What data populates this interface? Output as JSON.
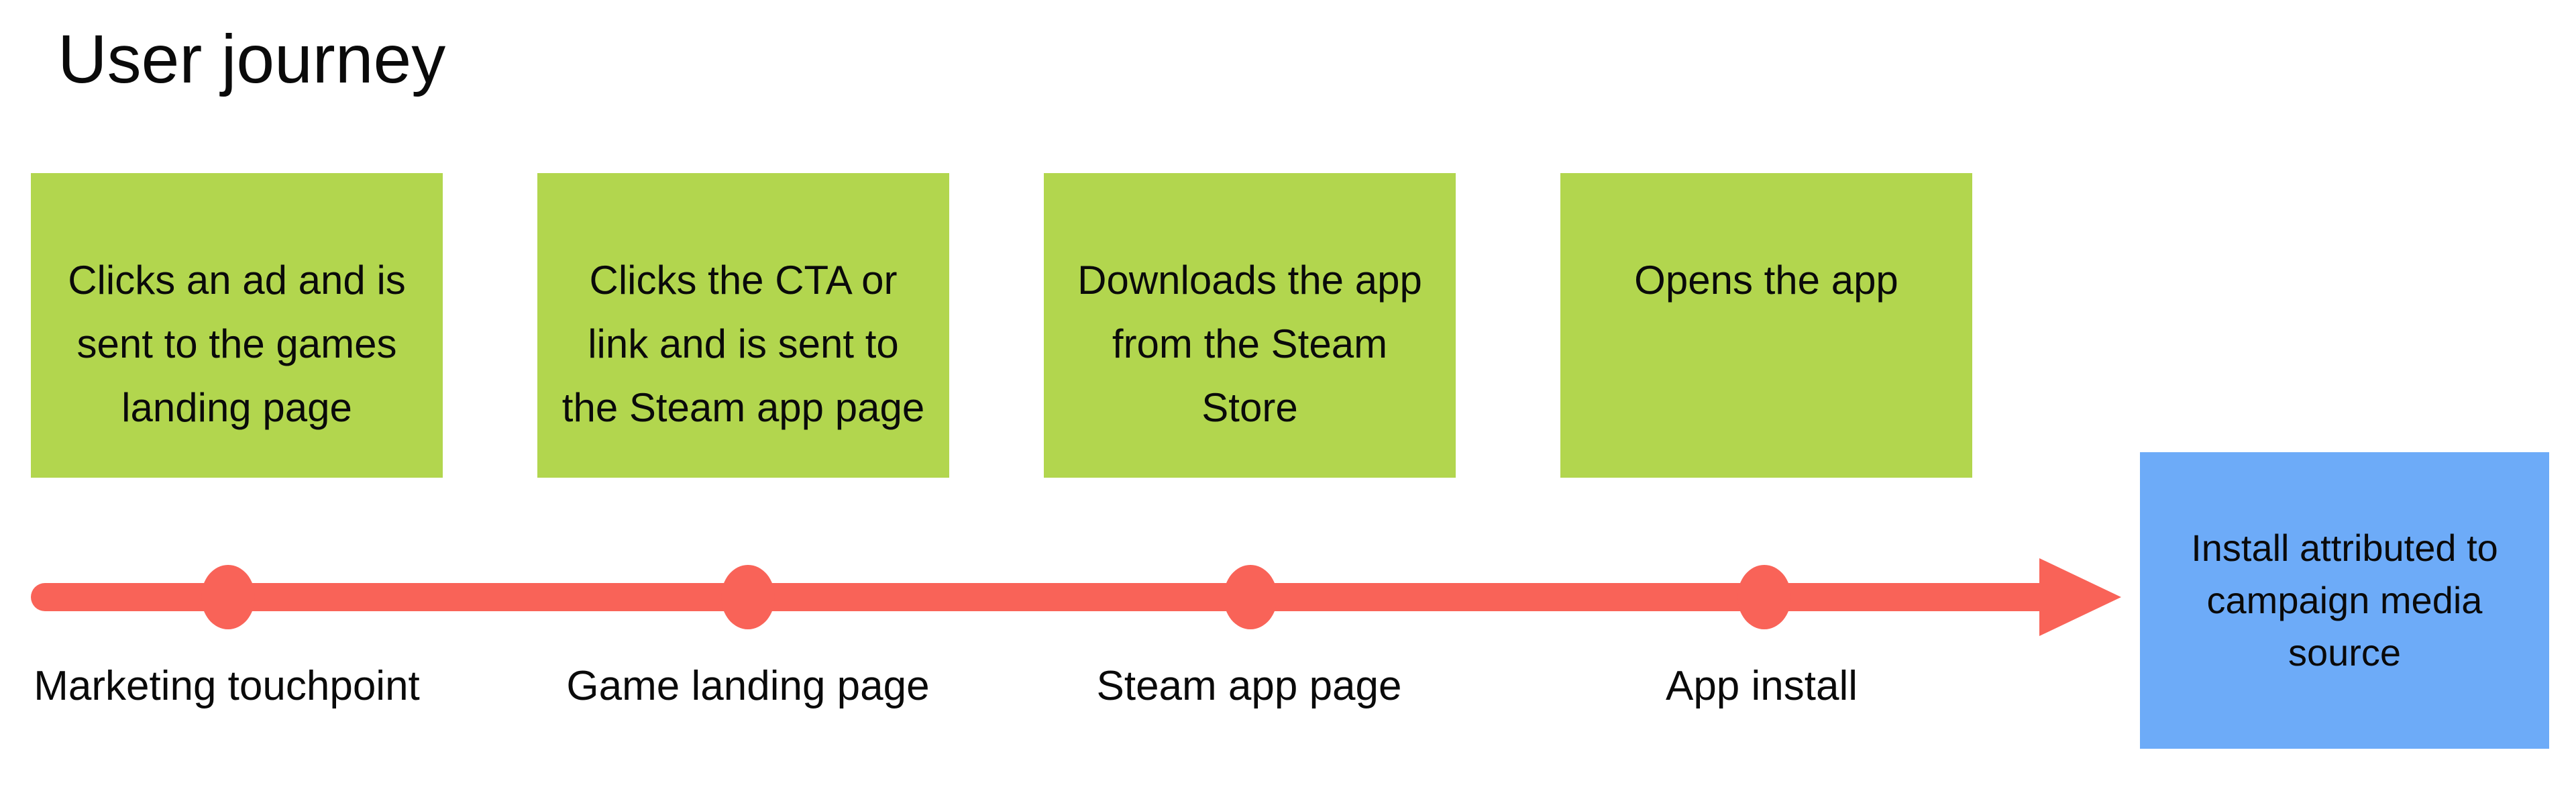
{
  "title": "User journey",
  "colors": {
    "background": "#ffffff",
    "step-green": "#b2d64e",
    "arrow-red": "#f96358",
    "result-blue": "#6dabf8",
    "text": "#0a0a0a"
  },
  "steps": [
    {
      "box_text": "Clicks an ad and is\nsent to the games\nlanding page",
      "label": "Marketing touchpoint"
    },
    {
      "box_text": "Clicks the CTA or\nlink and is sent to\nthe Steam app page",
      "label": "Game landing page"
    },
    {
      "box_text": "Downloads the app\nfrom the Steam\nStore",
      "label": "Steam app page"
    },
    {
      "box_text": "Opens the app",
      "label": "App install"
    }
  ],
  "result": {
    "box_text": "Install attributed to\ncampaign media\nsource"
  }
}
